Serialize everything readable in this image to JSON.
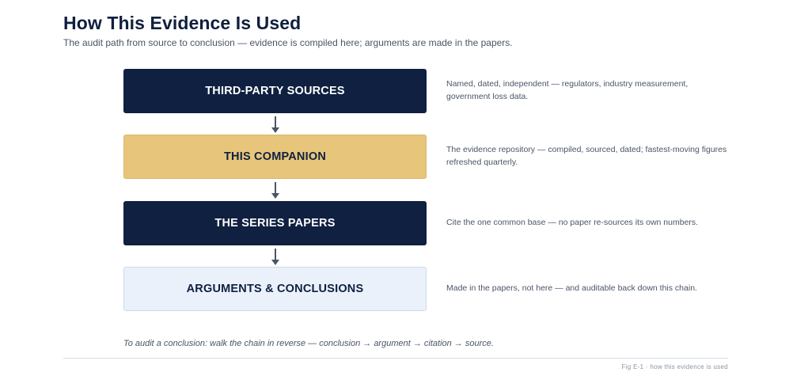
{
  "title": "How This Evidence Is Used",
  "subtitle": "The audit path from source to conclusion — evidence is compiled here; arguments are made in the papers.",
  "nodes": [
    {
      "label": "THIRD-PARTY SOURCES",
      "description": "Named, dated, independent — regulators, industry measurement, government loss data.",
      "color": "#0f2040"
    },
    {
      "label": "THIS COMPANION",
      "description": "The evidence repository — compiled, sourced, dated; fastest-moving figures refreshed quarterly.",
      "color": "#e7c57a"
    },
    {
      "label": "THE SERIES PAPERS",
      "description": "Cite the one common base — no paper re-sources its own numbers.",
      "color": "#0f2040"
    },
    {
      "label": "ARGUMENTS & CONCLUSIONS",
      "description": "Made in the papers, not here — and auditable back down this chain.",
      "color": "#eaf1fb"
    }
  ],
  "note": "To audit a conclusion: walk the chain in reverse — conclusion → argument → citation → source.",
  "caption": "Fig E-1 · how this evidence is used"
}
